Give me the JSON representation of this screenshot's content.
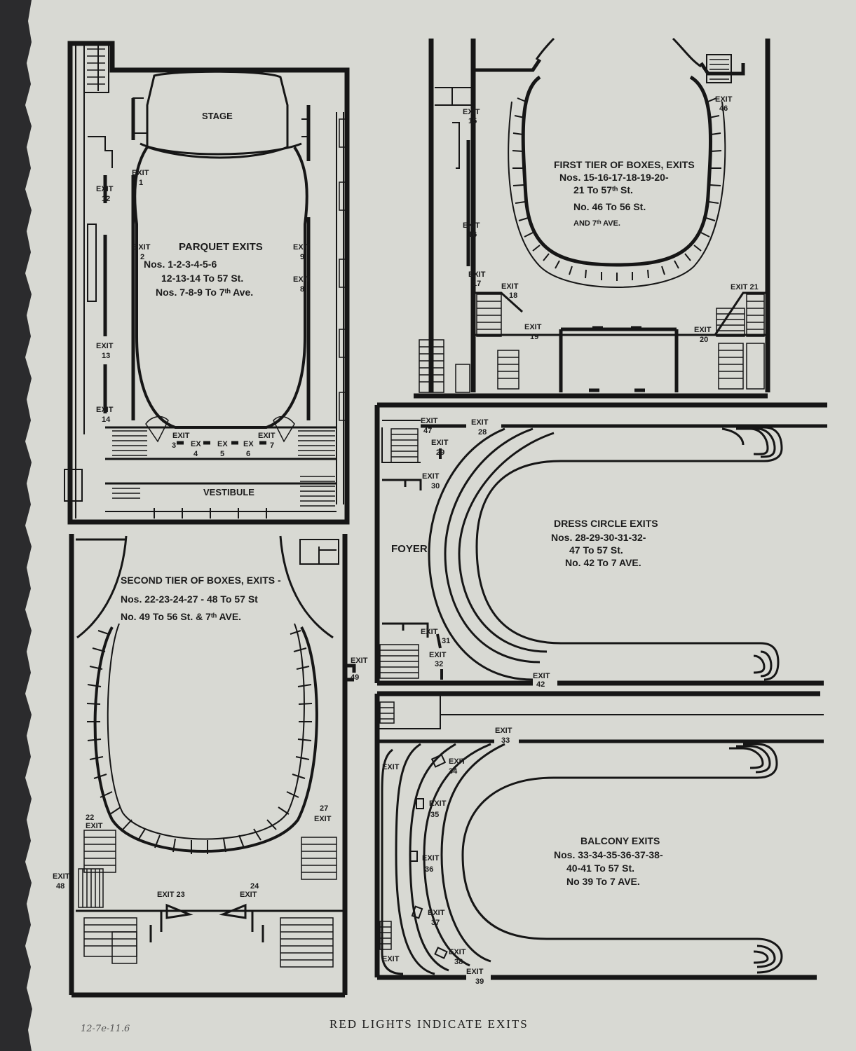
{
  "colors": {
    "paper": "#d8d9d3",
    "ink": "#161616",
    "backdrop": "#2b2b2d"
  },
  "parquet": {
    "stage": "STAGE",
    "vestibule": "VESTIBULE",
    "title": "PARQUET EXITS",
    "lines": [
      "Nos. 1-2-3-4-5-6",
      "12-13-14 To 57 St.",
      "Nos. 7-8-9 To 7ᵗʰ Ave."
    ],
    "exits": {
      "e1": [
        "EXIT",
        "1"
      ],
      "e2": [
        "EXIT",
        "2"
      ],
      "e9": [
        "EXIT",
        "9"
      ],
      "e8": [
        "EXIT",
        "8"
      ],
      "e12": [
        "EXIT",
        "12"
      ],
      "e13": [
        "EXIT",
        "13"
      ],
      "e14": [
        "EXIT",
        "14"
      ],
      "e3": [
        "EXIT",
        "3"
      ],
      "e4": [
        "EX",
        "4"
      ],
      "e5": [
        "EX",
        "5"
      ],
      "e6": [
        "EX",
        "6"
      ],
      "e7": [
        "EXIT",
        "7"
      ]
    }
  },
  "first_tier": {
    "lines": [
      "FIRST TIER OF BOXES, EXITS",
      "Nos. 15-16-17-18-19-20-",
      "21 To 57ᵗʰ St.",
      "No. 46 To 56 St.",
      "AND 7ᵗʰ AVE."
    ],
    "exits": {
      "e15": [
        "EXIT",
        "15"
      ],
      "e16": [
        "EXIT",
        "16"
      ],
      "e17": [
        "EXIT",
        "17"
      ],
      "e18": [
        "EXIT",
        "18"
      ],
      "e19": [
        "EXIT",
        "19"
      ],
      "e20": [
        "EXIT",
        "20"
      ],
      "e21": "EXIT 21",
      "e46": [
        "EXIT",
        "46"
      ]
    }
  },
  "second_tier": {
    "lines": [
      "SECOND TIER OF BOXES, EXITS -",
      "Nos. 22-23-24-27 - 48 To 57 St",
      "No. 49 To 56 St. & 7ᵗʰ AVE."
    ],
    "exits": {
      "e22": [
        "22",
        "EXIT"
      ],
      "e27": [
        "27",
        "EXIT"
      ],
      "e48": [
        "EXIT",
        "48"
      ],
      "e23": "EXIT 23",
      "e24": [
        "24",
        "EXIT"
      ],
      "e49": [
        "EXIT",
        "49"
      ]
    }
  },
  "dress_circle": {
    "foyer": "FOYER",
    "lines": [
      "DRESS CIRCLE EXITS",
      "Nos. 28-29-30-31-32-",
      "47 To 57 St.",
      "No. 42 To 7 AVE."
    ],
    "exits": {
      "e47": [
        "EXIT",
        "47"
      ],
      "e28": [
        "EXIT",
        "28"
      ],
      "e29": [
        "EXIT",
        "29"
      ],
      "e30": [
        "EXIT",
        "30"
      ],
      "e31": [
        "EXIT",
        "31"
      ],
      "e32": [
        "EXIT",
        "32"
      ],
      "e42": [
        "EXIT",
        "42"
      ]
    }
  },
  "balcony": {
    "lines": [
      "BALCONY EXITS",
      "Nos. 33-34-35-36-37-38-",
      "40-41 To 57 St.",
      "No 39 To 7 AVE."
    ],
    "exits": {
      "e33": [
        "EXIT",
        "33"
      ],
      "e34": [
        "EXIT",
        "34"
      ],
      "e35": [
        "EXIT",
        "35"
      ],
      "e36": [
        "EXIT",
        "36"
      ],
      "e37": [
        "EXIT",
        "37"
      ],
      "e38": [
        "EXIT",
        "38"
      ],
      "e39": [
        "EXIT",
        "39"
      ],
      "top": "EXIT",
      "bottom": "EXIT"
    }
  },
  "footer": "RED LIGHTS INDICATE EXITS",
  "handwritten": "12-7e-11.6"
}
